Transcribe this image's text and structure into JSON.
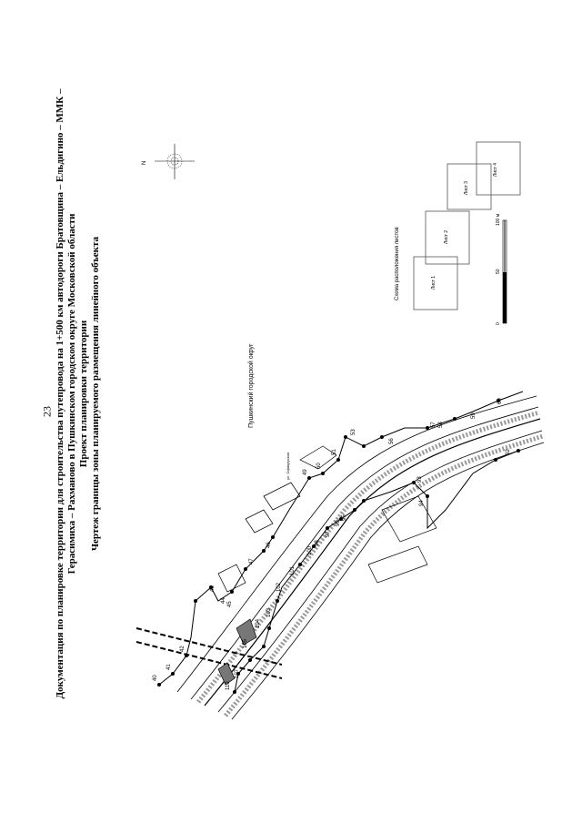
{
  "page": {
    "number": "23",
    "title_lines": [
      "Документация по планировке территории для строительства путепровода на 1+500 км автодороги Братовщина – Ельдигино – ММК –",
      "Герасимиха – Рахманово в Пушкинском городском округе Московской области",
      "Проект планировки территории",
      "Чертеж границы зоны планируемого размещения линейного объекта"
    ]
  },
  "map": {
    "district_label": "Пушкинский городской округ",
    "street_label": "ул. Офицерская",
    "compass": "N"
  },
  "inset": {
    "title": "Схема расположения листов",
    "sheets": [
      "Лист 1",
      "Лист 2",
      "Лист 3",
      "Лист 4"
    ]
  },
  "scale_bar": {
    "ticks": [
      "0",
      "50",
      "100 м"
    ]
  },
  "boundary_points": [
    "40",
    "41",
    "42",
    "43",
    "44",
    "45",
    "46",
    "47",
    "48",
    "49",
    "50",
    "51",
    "52",
    "53",
    "54",
    "55",
    "56",
    "57",
    "58",
    "59",
    "60",
    "90",
    "91",
    "92",
    "93",
    "94",
    "95",
    "96",
    "97",
    "98",
    "99",
    "100",
    "101",
    "102",
    "103",
    "104",
    "105",
    "106",
    "107",
    "108",
    "109",
    "110"
  ]
}
